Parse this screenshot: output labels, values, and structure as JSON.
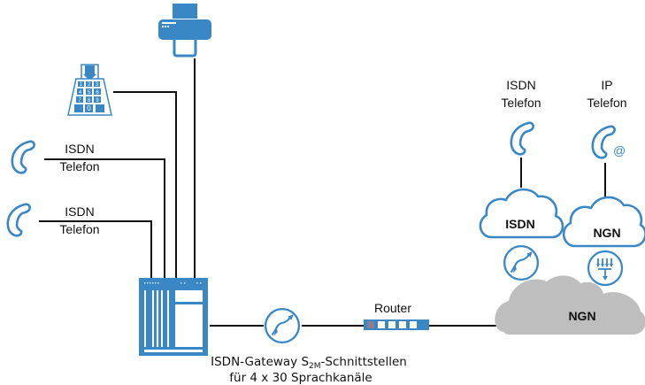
{
  "diagram": {
    "colors": {
      "device_blue": "#3a87c6",
      "cloud_gray": "#bebebe",
      "line_black": "#111111",
      "router_port_active": "#8a7f91",
      "router_port": "#fffbe8"
    },
    "left_phones": [
      {
        "icon": "phone-handset-icon",
        "label_line1": "ISDN",
        "label_line2": "Telefon"
      },
      {
        "icon": "phone-handset-icon",
        "label_line1": "ISDN",
        "label_line2": "Telefon"
      }
    ],
    "keypad_phone": {
      "icon": "keypad-phone-icon"
    },
    "fax": {
      "icon": "printer-fax-icon"
    },
    "gateway": {
      "icon": "gateway-rack-icon",
      "caption_line1_prefix": "ISDN-Gateway S",
      "caption_line1_subscript": "2M",
      "caption_line1_suffix": "-Schnittstellen",
      "caption_line2": "für 4 x 30 Sprachkanäle"
    },
    "converter": {
      "icon": "media-converter-icon"
    },
    "router": {
      "label": "Router",
      "icon": "router-icon"
    },
    "right_phones": [
      {
        "icon": "phone-handset-icon",
        "label_line1": "ISDN",
        "label_line2": "Telefon"
      },
      {
        "icon": "ip-phone-icon",
        "label_line1": "IP",
        "label_line2": "Telefon"
      }
    ],
    "clouds": {
      "isdn": {
        "label": "ISDN"
      },
      "ngn_small": {
        "label": "NGN"
      },
      "ngn_main": {
        "label": "NGN"
      }
    },
    "cloud_connectors": {
      "isdn_converter": {
        "icon": "media-converter-icon"
      },
      "ngn_multiplexer": {
        "icon": "multiplexer-icon"
      }
    }
  }
}
